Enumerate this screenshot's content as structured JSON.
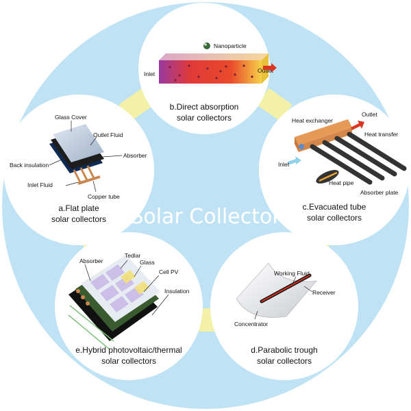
{
  "title": "Solar Collector",
  "colors": {
    "ring": "#bfe3f5",
    "connector": "#f3f0a8",
    "node": "#ffffff",
    "title_text": "#ffffff"
  },
  "nodes": {
    "direct_absorption": {
      "caption_line1": "b.Direct absorption",
      "caption_line2": "solar collectors",
      "labels": {
        "nanoparticle": "Nanoparticle",
        "inlet": "Inlet",
        "outlet": "Outlet"
      }
    },
    "flat_plate": {
      "caption_line1": "a.Flat plate",
      "caption_line2": "solar collectors",
      "labels": {
        "glass_cover": "Glass Cover",
        "outlet_fluid": "Outlet Fluid",
        "absorber": "Absorber",
        "back_insulation": "Back insulation",
        "inlet_fluid": "Inlet Fluid",
        "copper_tube": "Copper tube"
      }
    },
    "evacuated_tube": {
      "caption_line1": "c.Evacuated tube",
      "caption_line2": "solar collectors",
      "labels": {
        "outlet": "Outlet",
        "heat_exchanger": "Heat exchanger",
        "heat_transfer": "Heat transfer",
        "inlet": "Inlet",
        "heat_pipe": "Heat pipe",
        "absorber_plate": "Absorber plate"
      }
    },
    "hybrid_pvt": {
      "caption_line1": "e.Hybrid photovoltaic/thermal",
      "caption_line2": "solar collectors",
      "labels": {
        "absorber": "Absorber",
        "tedlar": "Tedlar",
        "glass": "Glass",
        "cell_pv": "Cell PV",
        "insulation": "Insulation"
      }
    },
    "parabolic_trough": {
      "caption_line1": "d.Parabolic trough",
      "caption_line2": "solar collectors",
      "labels": {
        "working_fluid": "Working Fluid",
        "receiver": "Receiver",
        "concentrator": "Concentrator"
      }
    }
  }
}
